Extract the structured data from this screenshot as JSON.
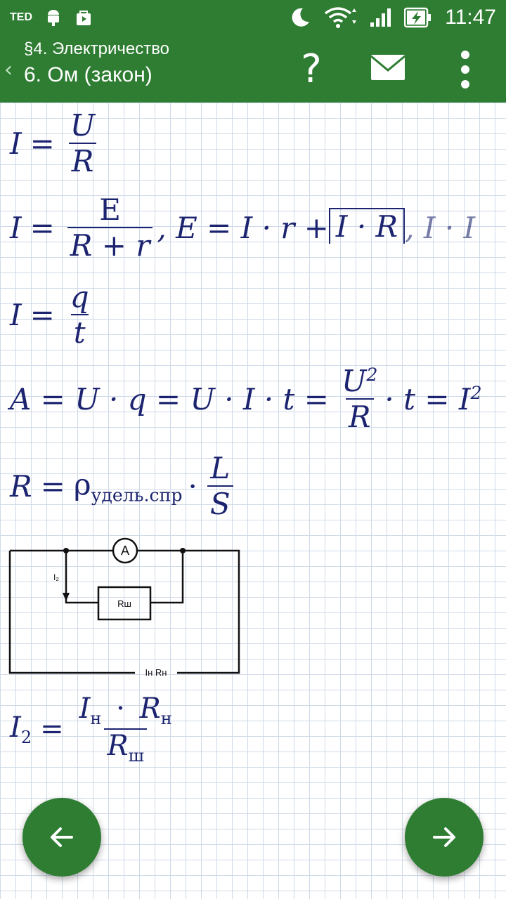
{
  "status_bar": {
    "carrier": "TED",
    "time": "11:47"
  },
  "app_bar": {
    "section": "§4. Электричество",
    "title": "6. Ом (закон)",
    "help_label": "?"
  },
  "formulas": {
    "f1": {
      "lhs": "I",
      "eq": "=",
      "num": "U",
      "den": "R"
    },
    "f2": {
      "lhs": "I",
      "eq": "=",
      "num": "E",
      "den": "R + r",
      "part2": ", E = I · r + ",
      "overline": "I · R",
      "part3": ", I · I"
    },
    "f3": {
      "lhs": "I",
      "eq": "=",
      "num": "q",
      "den": "t"
    },
    "f4": {
      "left": "A = U · q = U · I · t =",
      "num_base": "U",
      "num_sup": "2",
      "den": "R",
      "right_base": "· t = I",
      "right_sup": "2"
    },
    "f5": {
      "lhs": "R",
      "eq": "=",
      "rho": "ρ",
      "rho_sub": "удель.спр",
      "dot": "·",
      "num": "L",
      "den": "S"
    },
    "f6": {
      "lhs": "I",
      "lhs_sub": "2",
      "eq": "=",
      "num_a": "I",
      "num_a_sub": "н",
      "num_dot": "·",
      "num_b": "R",
      "num_b_sub": "н",
      "den": "R",
      "den_sub": "ш"
    }
  },
  "circuit": {
    "ammeter_label": "A",
    "current_label": "I₂",
    "shunt_label": "Rш",
    "bottom_label": "Iн Rн"
  },
  "navigation": {
    "prev": "prev-arrow-icon",
    "next": "next-arrow-icon"
  },
  "colors": {
    "primary": "#2e7d32",
    "formula": "#1c2470",
    "grid": "#cfdae8"
  }
}
